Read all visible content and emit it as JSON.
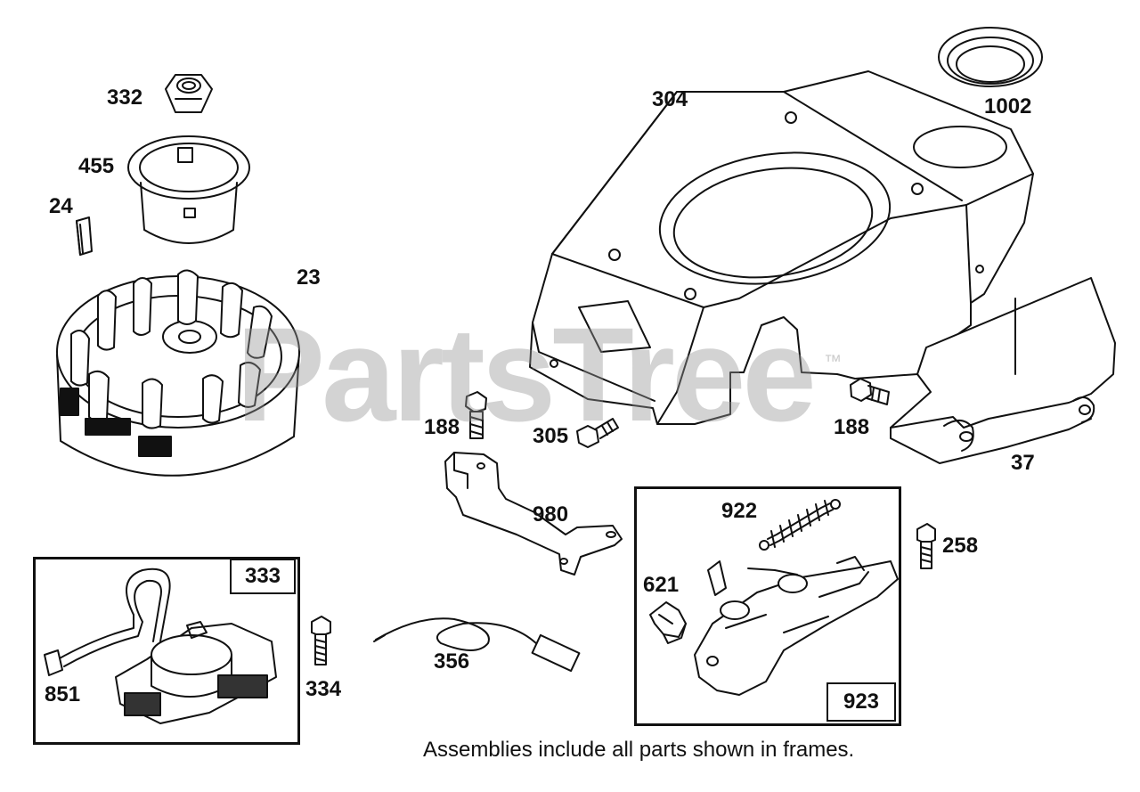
{
  "watermark": {
    "text": "PartsTree",
    "mark": "™"
  },
  "parts": {
    "p332": "332",
    "p455": "455",
    "p24": "24",
    "p23": "23",
    "p304": "304",
    "p1002": "1002",
    "p188_left": "188",
    "p305": "305",
    "p188_right": "188",
    "p37": "37",
    "p980": "980",
    "p922": "922",
    "p258": "258",
    "p621": "621",
    "p851": "851",
    "p334": "334",
    "p356": "356"
  },
  "frames": {
    "ignition": "333",
    "governor": "923"
  },
  "note": "Assemblies include all parts shown in frames.",
  "colors": {
    "line": "#111111",
    "watermark": "#969696"
  }
}
